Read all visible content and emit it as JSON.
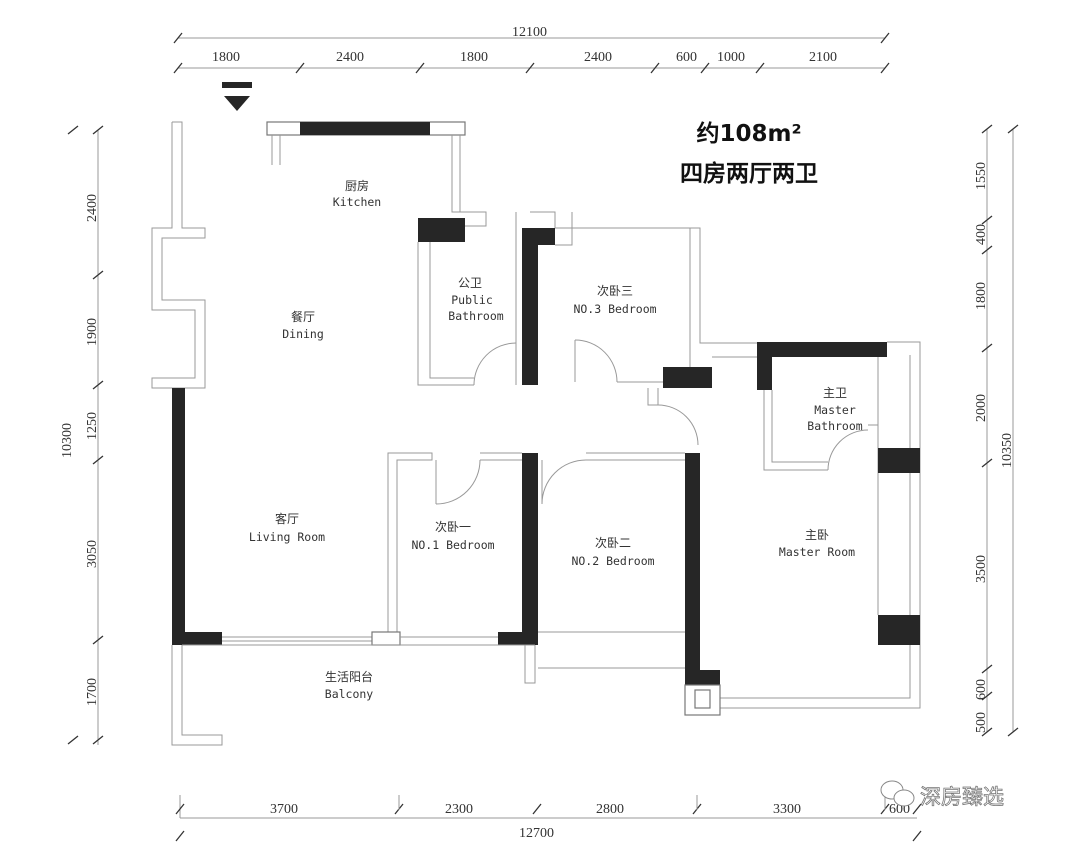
{
  "title": {
    "area": "约108m²",
    "layout": "四房两厅两卫"
  },
  "dimensions": {
    "top_total": "12100",
    "top": [
      "1800",
      "2400",
      "1800",
      "2400",
      "600",
      "1000",
      "2100"
    ],
    "bottom_total": "12700",
    "bottom": [
      "3700",
      "2300",
      "2800",
      "3300",
      "600"
    ],
    "left_total": "10300",
    "left": [
      "2400",
      "1900",
      "1250",
      "3050",
      "1700"
    ],
    "right_total": "10350",
    "right": [
      "1550",
      "400",
      "1800",
      "2000",
      "3500",
      "600",
      "500"
    ]
  },
  "rooms": {
    "kitchen": {
      "cn": "厨房",
      "en": "Kitchen"
    },
    "dining": {
      "cn": "餐厅",
      "en": "Dining"
    },
    "public_bathroom": {
      "cn": "公卫",
      "en1": "Public",
      "en2": "Bathroom"
    },
    "bedroom3": {
      "cn": "次卧三",
      "en": "NO.3 Bedroom"
    },
    "master_bathroom": {
      "cn": "主卫",
      "en1": "Master",
      "en2": "Bathroom"
    },
    "living": {
      "cn": "客厅",
      "en": "Living Room"
    },
    "bedroom1": {
      "cn": "次卧一",
      "en": "NO.1 Bedroom"
    },
    "bedroom2": {
      "cn": "次卧二",
      "en": "NO.2 Bedroom"
    },
    "master_room": {
      "cn": "主卧",
      "en": "Master Room"
    },
    "balcony": {
      "cn": "生活阳台",
      "en": "Balcony"
    }
  },
  "watermark": "深房臻选"
}
